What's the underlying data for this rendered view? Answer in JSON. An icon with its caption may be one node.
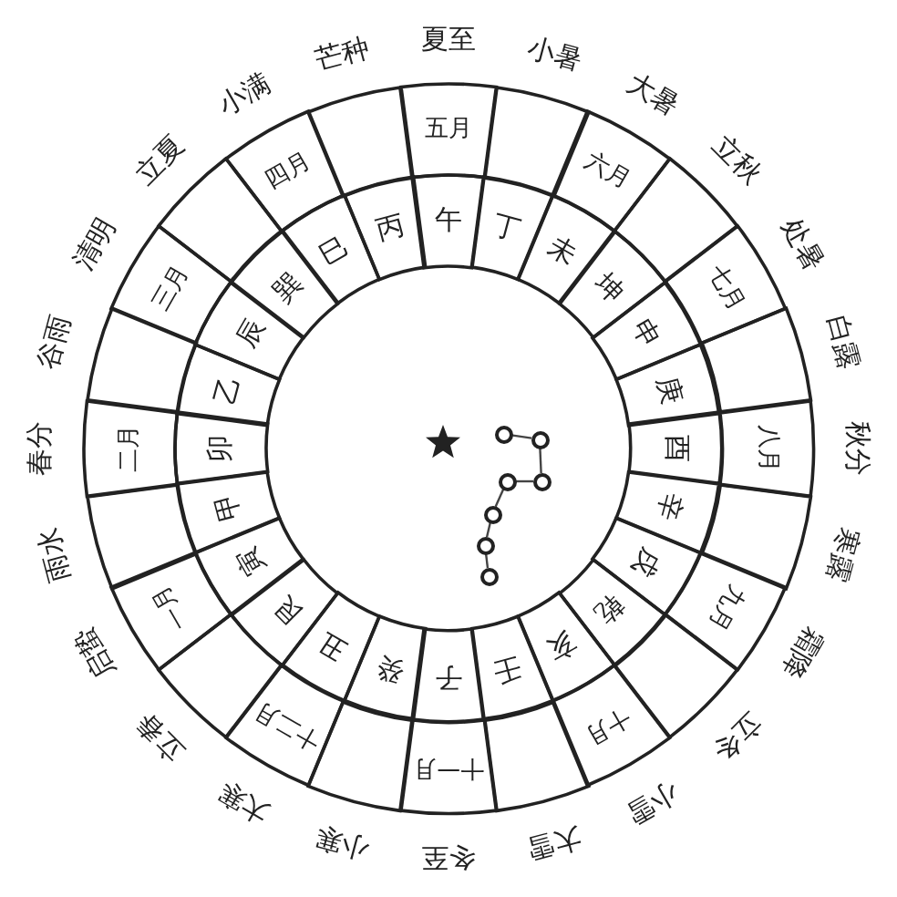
{
  "diagram": {
    "nodes": [
      {
        "text": [
          "五月"
        ]
      },
      {
        "text": [],
        "shape": "box"
      },
      {
        "text": [
          "六月"
        ]
      },
      {
        "text": [],
        "shape": "box"
      },
      {
        "text": [
          "七月"
        ]
      },
      {
        "text": [],
        "shape": "box"
      },
      {
        "text": [
          "八月"
        ]
      },
      {
        "text": [],
        "shape": "box"
      },
      {
        "text": [
          "九月"
        ]
      },
      {
        "text": [],
        "shape": "box"
      },
      {
        "text": [
          "十月"
        ]
      },
      {
        "text": [],
        "shape": "box"
      },
      {
        "text": [
          "十一月"
        ]
      },
      {
        "text": [],
        "shape": "box"
      },
      {
        "text": [
          "十二月"
        ]
      },
      {
        "text": [],
        "shape": "box"
      },
      {
        "text": [
          "一月"
        ]
      },
      {
        "text": [],
        "shape": "box"
      },
      {
        "text": [
          "二月"
        ]
      },
      {
        "text": [],
        "shape": "box"
      },
      {
        "text": [
          "三月"
        ]
      },
      {
        "text": [],
        "shape": "box"
      },
      {
        "text": [
          "四月"
        ]
      },
      {
        "text": [],
        "shape": "box"
      },
      {
        "text": [
          "午"
        ]
      },
      {
        "text": [
          "丁"
        ]
      },
      {
        "text": [
          "未"
        ]
      },
      {
        "text": [
          "坤"
        ]
      },
      {
        "text": [
          "申"
        ]
      },
      {
        "text": [
          "庚"
        ]
      },
      {
        "text": [
          "酉"
        ]
      },
      {
        "text": [
          "辛"
        ]
      },
      {
        "text": [
          "戌"
        ]
      },
      {
        "text": [
          "乾"
        ]
      },
      {
        "text": [
          "亥"
        ]
      },
      {
        "text": [
          "壬"
        ]
      },
      {
        "text": [
          "子"
        ]
      },
      {
        "text": [
          "癸"
        ]
      },
      {
        "text": [
          "丑"
        ]
      },
      {
        "text": [
          "艮"
        ]
      },
      {
        "text": [
          "寅"
        ]
      },
      {
        "text": [
          "甲"
        ]
      },
      {
        "text": [
          "卯"
        ]
      },
      {
        "text": [
          "乙"
        ]
      },
      {
        "text": [
          "辰"
        ]
      },
      {
        "text": [
          "巽"
        ]
      },
      {
        "text": [
          "巳"
        ]
      },
      {
        "text": [
          "丙"
        ]
      },
      {
        "text": [],
        "shape": "circle"
      },
      {
        "text": [],
        "shape": "circle"
      },
      {
        "text": [],
        "shape": "circle"
      },
      {
        "text": [],
        "shape": "circle"
      },
      {
        "text": [],
        "shape": "circle"
      },
      {
        "text": [],
        "shape": "circle"
      },
      {
        "text": [],
        "shape": "circle"
      }
    ],
    "edges": [
      {
        "from": 48,
        "to": 49,
        "arrow": "none"
      },
      {
        "from": 49,
        "to": 50,
        "arrow": "none"
      },
      {
        "from": 50,
        "to": 51,
        "arrow": "none"
      },
      {
        "from": 51,
        "to": 52,
        "arrow": "none"
      },
      {
        "from": 52,
        "to": 53,
        "arrow": "none"
      },
      {
        "from": 53,
        "to": 54,
        "arrow": "none"
      }
    ],
    "labels": [
      "夏至",
      "小暑",
      "大暑",
      "立秋",
      "处暑",
      "白露",
      "秋分",
      "寒露",
      "霜降",
      "立冬",
      "小雪",
      "大雪",
      "冬至",
      "小寒",
      "大寒",
      "立春",
      "启蛰",
      "雨水",
      "春分",
      "谷雨",
      "清明",
      "立夏",
      "小满",
      "芒种"
    ]
  }
}
